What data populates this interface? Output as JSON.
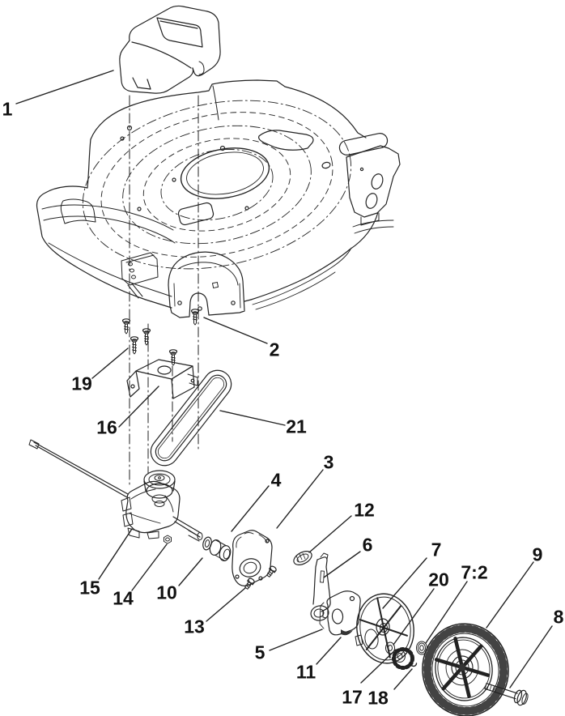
{
  "colors": {
    "line": "#222222",
    "background": "#ffffff"
  },
  "callouts": [
    {
      "label": "1"
    },
    {
      "label": "2"
    },
    {
      "label": "3"
    },
    {
      "label": "4"
    },
    {
      "label": "5"
    },
    {
      "label": "6"
    },
    {
      "label": "7"
    },
    {
      "label": "7:2"
    },
    {
      "label": "8"
    },
    {
      "label": "9"
    },
    {
      "label": "10"
    },
    {
      "label": "11"
    },
    {
      "label": "12"
    },
    {
      "label": "13"
    },
    {
      "label": "14"
    },
    {
      "label": "15"
    },
    {
      "label": "16"
    },
    {
      "label": "17"
    },
    {
      "label": "18"
    },
    {
      "label": "19"
    },
    {
      "label": "20"
    },
    {
      "label": "21"
    }
  ]
}
